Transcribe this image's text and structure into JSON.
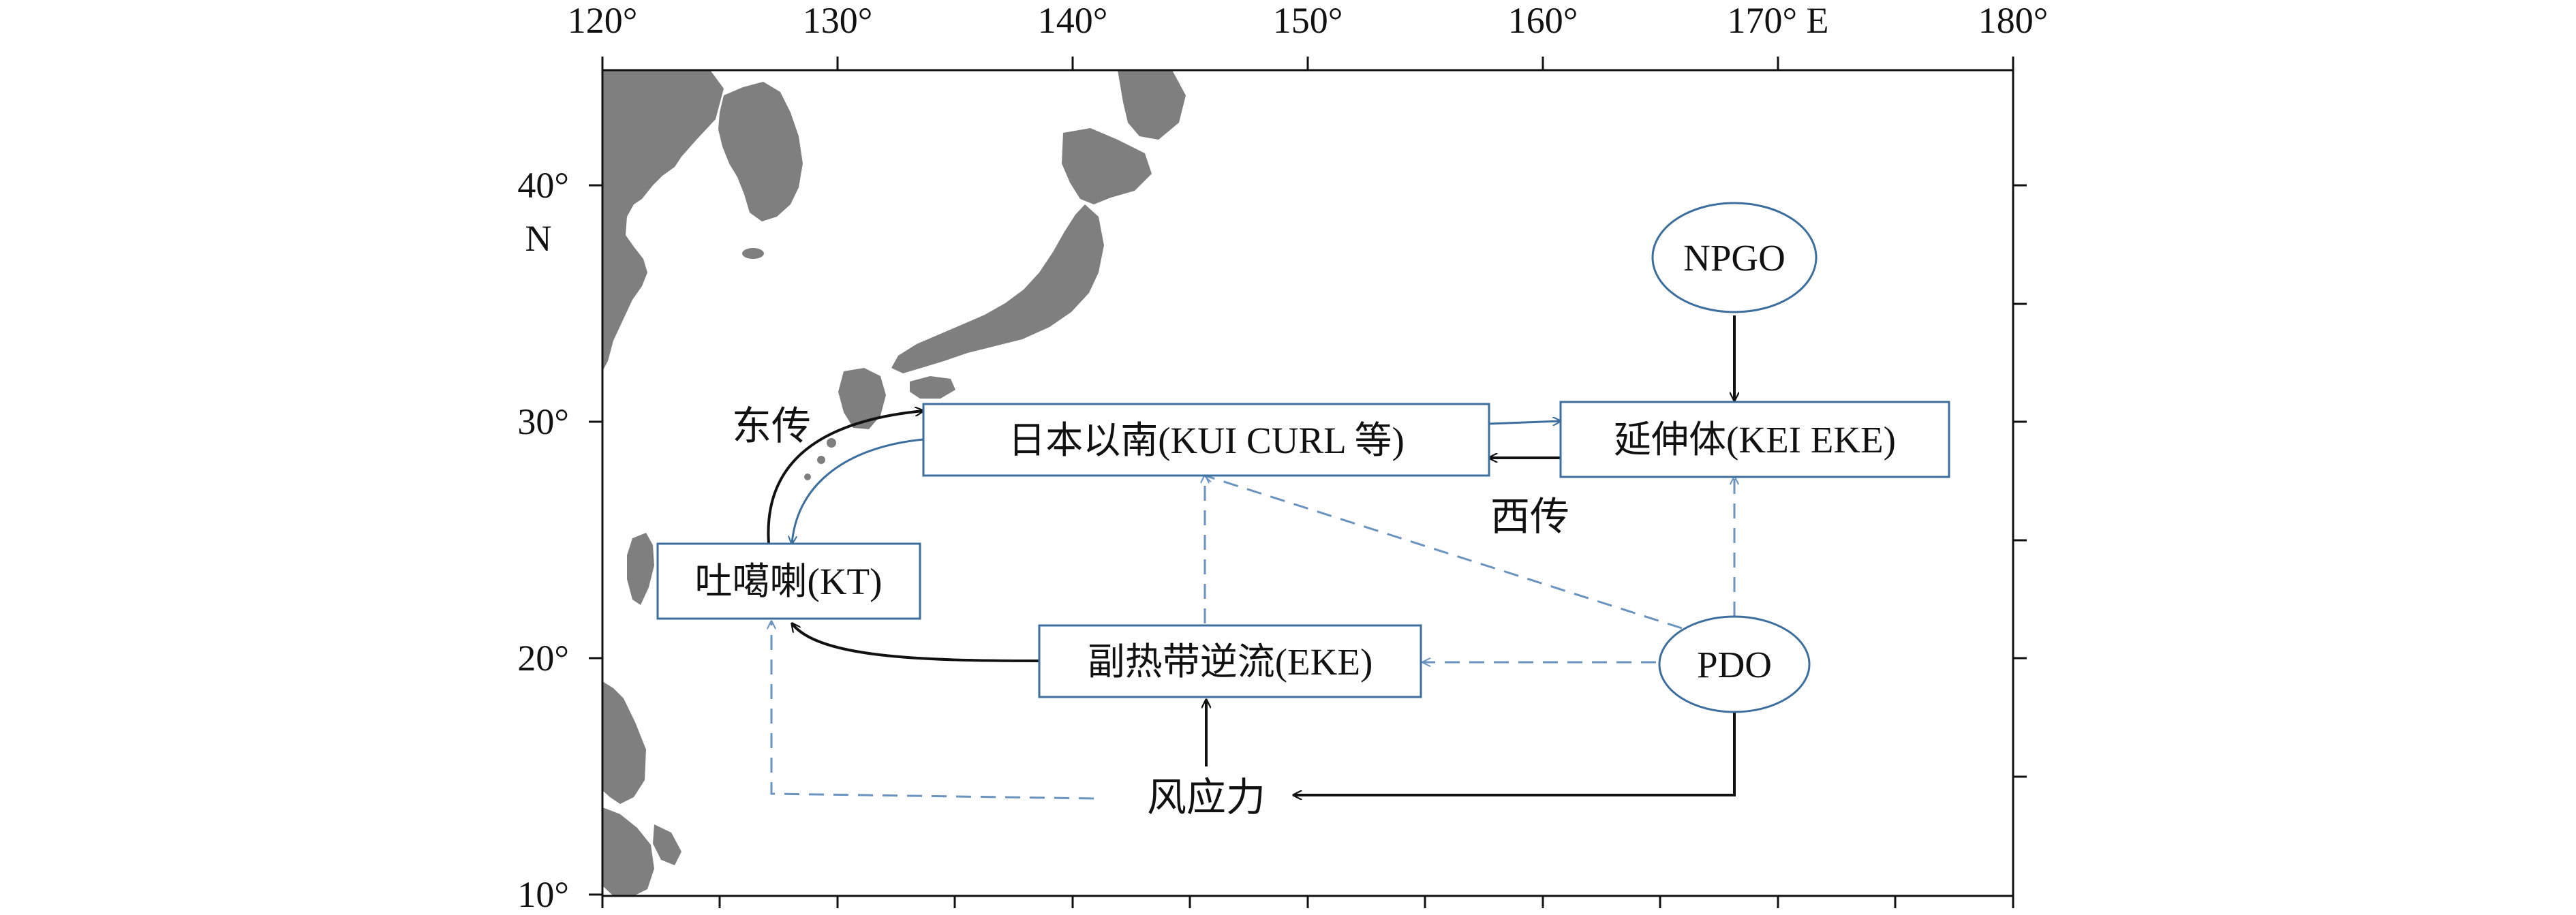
{
  "axes": {
    "top_ticks": [
      "120°",
      "130°",
      "140°",
      "150°",
      "160°",
      "170° E",
      "180°"
    ],
    "left_ticks": [
      "40°",
      "30°",
      "20°",
      "10°"
    ],
    "left_unit": "N"
  },
  "nodes": {
    "kuroshio_south_japan": "日本以南(KUI CURL 等)",
    "extension": "延伸体(KEI EKE)",
    "tokara": "吐噶喇(KT)",
    "countercurrent": "副热带逆流(EKE)",
    "npgo": "NPGO",
    "pdo": "PDO"
  },
  "labels": {
    "eastward": "东传",
    "westward": "西传",
    "wind_stress": "风应力"
  },
  "colors": {
    "land": "#7f7f7f",
    "ink": "#111111",
    "blue": "#3c6e9e",
    "dashed_blue": "#6a93bf"
  }
}
